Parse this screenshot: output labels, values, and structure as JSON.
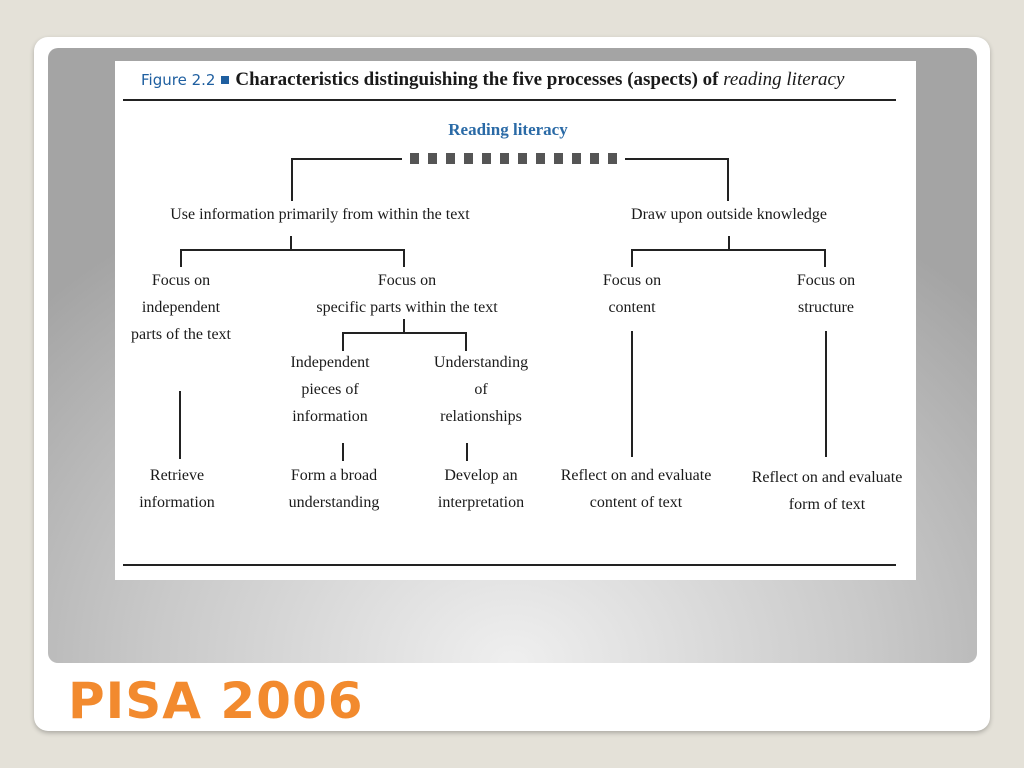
{
  "figure": {
    "number": "Figure 2.2",
    "title": "Characteristics distinguishing the five processes (aspects) of ",
    "title_emphasis": "reading literacy"
  },
  "diagram": {
    "root": "Reading literacy",
    "level1": {
      "left": "Use information primarily from within the text",
      "right": "Draw upon outside knowledge"
    },
    "level2": {
      "independent_parts": [
        "Focus on",
        "independent",
        "parts of the text"
      ],
      "specific_parts": [
        "Focus on",
        "specific parts within the text"
      ],
      "content": [
        "Focus on",
        "content"
      ],
      "structure": [
        "Focus on",
        "structure"
      ]
    },
    "level3": {
      "independent_pieces": [
        "Independent",
        "pieces of",
        "information"
      ],
      "relationships": [
        "Understanding",
        "of",
        "relationships"
      ]
    },
    "processes": {
      "retrieve": [
        "Retrieve",
        "information"
      ],
      "broad": [
        "Form a broad",
        "understanding"
      ],
      "interpret": [
        "Develop an",
        "interpretation"
      ],
      "reflect_content": [
        "Reflect on and evaluate",
        "content of text"
      ],
      "reflect_form": [
        "Reflect on and evaluate",
        "form of text"
      ]
    }
  },
  "slide": {
    "title": "PISA 2006",
    "title_color": "#f28a2e",
    "accent_blue": "#1f5fa0"
  }
}
